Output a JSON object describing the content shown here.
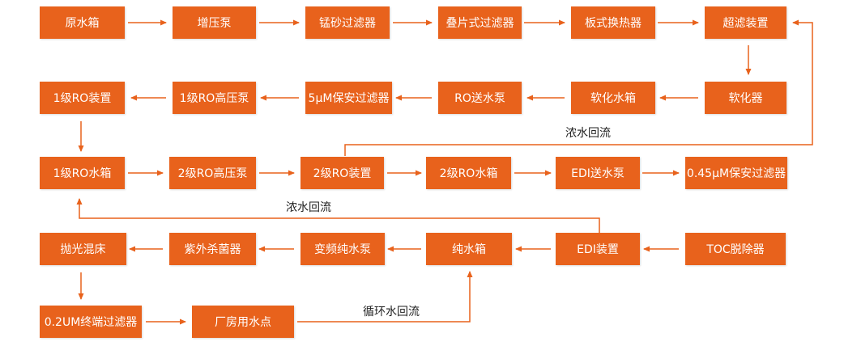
{
  "colors": {
    "box": "#e8621c",
    "box_text": "#ffffff",
    "arrow": "#e8621c",
    "label": "#222222"
  },
  "rows": [
    [
      "原水箱",
      "增压泵",
      "锰砂过滤器",
      "叠片式过滤器",
      "板式换热器",
      "超滤装置"
    ],
    [
      "1级RO装置",
      "1级RO高压泵",
      "5μM保安过滤器",
      "RO送水泵",
      "软化水箱",
      "软化器"
    ],
    [
      "1级RO水箱",
      "2级RO高压泵",
      "2级RO装置",
      "2级RO水箱",
      "EDI送水泵",
      "0.45μM保安过滤器"
    ],
    [
      "抛光混床",
      "紫外杀菌器",
      "变频纯水泵",
      "纯水箱",
      "EDI装置",
      "TOC脱除器"
    ],
    [
      "0.2UM终端过滤器",
      "厂房用水点"
    ]
  ],
  "labels": {
    "return_ro1": "浓水回流",
    "return_ro2": "浓水回流",
    "circulation": "循环水回流"
  }
}
